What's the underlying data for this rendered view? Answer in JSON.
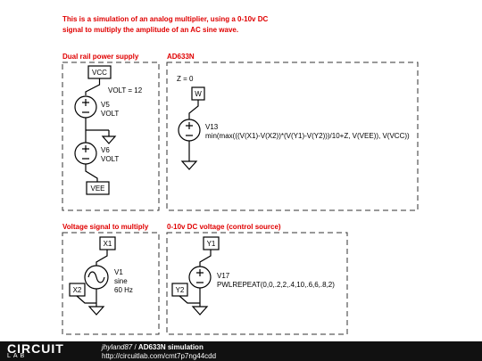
{
  "description": {
    "line1": "This is a simulation of an analog multiplier, using a 0-10v DC",
    "line2": "signal to multiply the amplitude of an AC sine wave."
  },
  "sections": {
    "power": "Dual rail power supply",
    "ad633": "AD633N",
    "signal": "Voltage signal to multiply",
    "control": "0-10v DC voltage (control source)"
  },
  "nets": {
    "vcc": "VCC",
    "vee": "VEE",
    "w": "W",
    "x1": "X1",
    "x2": "X2",
    "y1": "Y1",
    "y2": "Y2"
  },
  "components": {
    "v5": {
      "name": "V5",
      "type": "VOLT",
      "param": "VOLT = 12"
    },
    "v6": {
      "name": "V6",
      "type": "VOLT"
    },
    "v13": {
      "name": "V13",
      "expr": "min(max(((V(X1)-V(X2))*(V(Y1)-V(Y2)))/10+Z, V(VEE)), V(VCC))",
      "param": "Z = 0"
    },
    "v1": {
      "name": "V1",
      "type": "sine",
      "freq": "60 Hz"
    },
    "v17": {
      "name": "V17",
      "expr": "PWLREPEAT(0,0,.2,2,.4,10,.6,6,.8,2)"
    }
  },
  "footer": {
    "logo_top": "CIRCUIT",
    "logo_bottom": "LAB",
    "author": "jhyland87",
    "separator": " / ",
    "title": "AD633N simulation",
    "url": "http://circuitlab.com/cmt7p7ng44cdd"
  }
}
